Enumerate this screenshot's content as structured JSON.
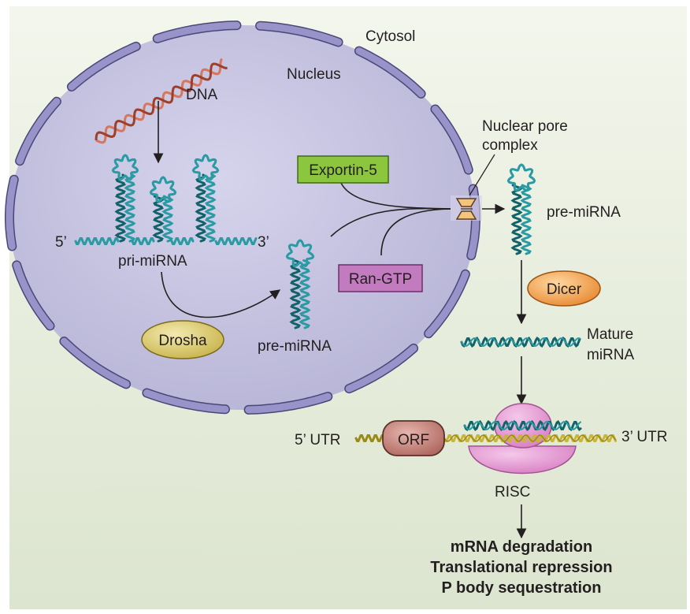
{
  "labels": {
    "cytosol": "Cytosol",
    "nucleus": "Nucleus",
    "dna": "DNA",
    "nuclear_pore_line1": "Nuclear pore",
    "nuclear_pore_line2": "complex",
    "exportin": "Exportin-5",
    "ran_gtp": "Ran-GTP",
    "five_prime": "5’",
    "three_prime": "3’",
    "pri_mirna": "pri-miRNA",
    "pre_mirna_nucleus": "pre-miRNA",
    "pre_mirna_cytosol": "pre-miRNA",
    "drosha": "Drosha",
    "dicer": "Dicer",
    "mature_line1": "Mature",
    "mature_line2": "miRNA",
    "utr5": "5’ UTR",
    "utr3": "3’ UTR",
    "orf": "ORF",
    "risc": "RISC"
  },
  "outcomes": [
    "mRNA degradation",
    "Translational repression",
    "P body sequestration"
  ],
  "colors": {
    "background_top": "#f2f5ea",
    "background_bottom": "#dde5cf",
    "nucleus_fill": "#c6c3df",
    "envelope": "#8d89bd",
    "envelope_stroke": "#4a4778",
    "rna": "#2a9aa3",
    "rna_dark": "#12626a",
    "dna": "#c8634a",
    "mrna": "#c9b536",
    "exportin": "#8cc63f",
    "ran_gtp": "#c37bc0",
    "drosha": "#d9c870",
    "dicer": "#f4a85a",
    "orf": "#c98a84",
    "risc": "#e7a3d6"
  }
}
